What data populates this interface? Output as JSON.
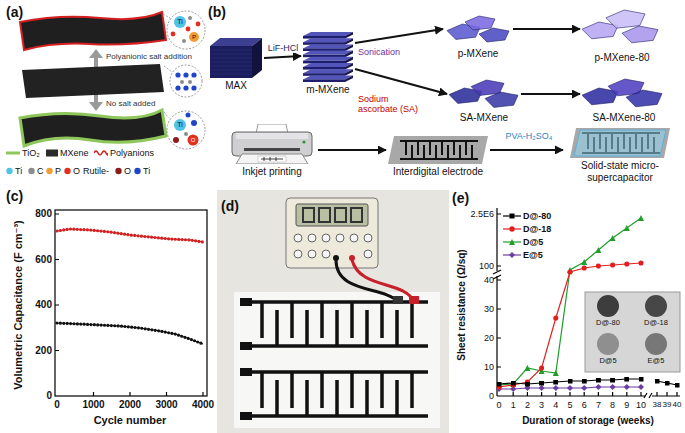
{
  "diagram": {
    "nodes": [
      {
        "text": [
          "MAX"
        ]
      },
      {
        "text": [
          "m-MXene"
        ]
      },
      {
        "text": [
          "p-MXene"
        ]
      },
      {
        "text": [
          "p-MXene-80"
        ]
      },
      {
        "text": [
          "SA-MXene"
        ]
      },
      {
        "text": [
          "SA-MXene-80"
        ]
      },
      {
        "text": [
          "Inkjet printing"
        ]
      },
      {
        "text": [
          "Interdigital electrode"
        ]
      },
      {
        "text": [
          "Solid-state micro-supercapacitor"
        ]
      }
    ],
    "edges": [
      {
        "from": 0,
        "to": 1,
        "label": "LiF-HCl",
        "arrow": "to"
      },
      {
        "from": 1,
        "to": 2,
        "label": "Sonication",
        "arrow": "to"
      },
      {
        "from": 1,
        "to": 4,
        "label": "Sodium ascorbate (SA)",
        "arrow": "to"
      },
      {
        "from": 2,
        "to": 3,
        "arrow": "to"
      },
      {
        "from": 4,
        "to": 5,
        "arrow": "to"
      },
      {
        "from": 6,
        "to": 7,
        "arrow": "to"
      },
      {
        "from": 7,
        "to": 8,
        "label": "PVA-H₂SO₄",
        "arrow": "to"
      }
    ],
    "labels": [
      "(a)",
      "Polyanionic salt addition",
      "No salt added",
      "Ti",
      "P",
      "Ti",
      "O",
      "Rutile-",
      "(b)",
      "(c)",
      "800",
      "600",
      "400",
      "200",
      "0",
      "0",
      "1000",
      "2000",
      "3000",
      "4000",
      "Volumetric Capacitance (F cm⁻³)",
      "Cycle number",
      "(d)",
      "(e)",
      "2.5E6",
      "100",
      "40",
      "30",
      "20",
      "10",
      "0",
      "0",
      "1",
      "2",
      "3",
      "4",
      "5",
      "6",
      "7",
      "8",
      "9",
      "10",
      "38",
      "39",
      "40",
      "Sheet resistance (Ω/sq)",
      "Duration of storage (weeks)",
      "D@-80",
      "D@-18",
      "D@5",
      "E@5"
    ],
    "legend": [
      {
        "text": "TiO₂"
      },
      {
        "text": "MXene",
        "color": "#2b2b2b"
      },
      {
        "text": "Polyanions"
      },
      {
        "text": "Ti",
        "color": "#4fc3e8"
      },
      {
        "text": "C",
        "color": "#8c8c8c"
      },
      {
        "text": "P",
        "color": "#f39c33"
      },
      {
        "text": "O",
        "color": "#e0301e"
      },
      {
        "text": "O",
        "color": "#8b1c1c"
      },
      {
        "text": "Ti",
        "color": "#2145c8"
      },
      {
        "text": "D@-80"
      },
      {
        "text": "D@-18"
      },
      {
        "text": "D@5"
      },
      {
        "text": "E@5"
      }
    ]
  }
}
